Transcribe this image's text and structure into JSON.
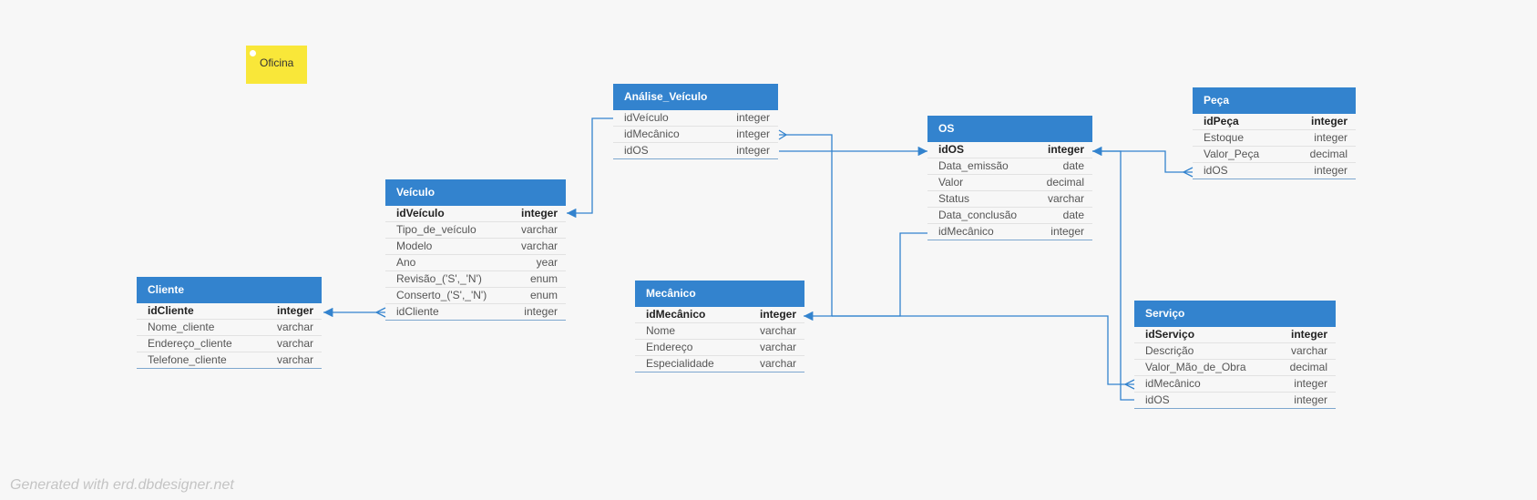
{
  "note": {
    "text": "Oficina"
  },
  "footer": {
    "watermark": "Generated with erd.dbdesigner.net"
  },
  "colors": {
    "header": "#3383ce",
    "link": "#3383ce",
    "note": "#f9e739",
    "background": "#f7f7f7"
  },
  "entities": {
    "cliente": {
      "title": "Cliente",
      "columns": [
        {
          "name": "idCliente",
          "type": "integer",
          "pk": true
        },
        {
          "name": "Nome_cliente",
          "type": "varchar"
        },
        {
          "name": "Endereço_cliente",
          "type": "varchar"
        },
        {
          "name": "Telefone_cliente",
          "type": "varchar"
        }
      ]
    },
    "veiculo": {
      "title": "Veículo",
      "columns": [
        {
          "name": "idVeículo",
          "type": "integer",
          "pk": true
        },
        {
          "name": "Tipo_de_veículo",
          "type": "varchar"
        },
        {
          "name": "Modelo",
          "type": "varchar"
        },
        {
          "name": "Ano",
          "type": "year"
        },
        {
          "name": "Revisão_('S',_'N')",
          "type": "enum"
        },
        {
          "name": "Conserto_('S',_'N')",
          "type": "enum"
        },
        {
          "name": "idCliente",
          "type": "integer"
        }
      ]
    },
    "analise": {
      "title": "Análise_Veículo",
      "columns": [
        {
          "name": "idVeículo",
          "type": "integer"
        },
        {
          "name": "idMecânico",
          "type": "integer"
        },
        {
          "name": "idOS",
          "type": "integer"
        }
      ]
    },
    "mecanico": {
      "title": "Mecânico",
      "columns": [
        {
          "name": "idMecânico",
          "type": "integer",
          "pk": true
        },
        {
          "name": "Nome",
          "type": "varchar"
        },
        {
          "name": "Endereço",
          "type": "varchar"
        },
        {
          "name": "Especialidade",
          "type": "varchar"
        }
      ]
    },
    "os": {
      "title": "OS",
      "columns": [
        {
          "name": "idOS",
          "type": "integer",
          "pk": true
        },
        {
          "name": "Data_emissão",
          "type": "date"
        },
        {
          "name": "Valor",
          "type": "decimal"
        },
        {
          "name": "Status",
          "type": "varchar"
        },
        {
          "name": "Data_conclusão",
          "type": "date"
        },
        {
          "name": "idMecânico",
          "type": "integer"
        }
      ]
    },
    "peca": {
      "title": "Peça",
      "columns": [
        {
          "name": "idPeça",
          "type": "integer",
          "pk": true
        },
        {
          "name": "Estoque",
          "type": "integer"
        },
        {
          "name": "Valor_Peça",
          "type": "decimal"
        },
        {
          "name": "idOS",
          "type": "integer"
        }
      ]
    },
    "servico": {
      "title": "Serviço",
      "columns": [
        {
          "name": "idServiço",
          "type": "integer",
          "pk": true
        },
        {
          "name": "Descrição",
          "type": "varchar"
        },
        {
          "name": "Valor_Mão_de_Obra",
          "type": "decimal"
        },
        {
          "name": "idMecânico",
          "type": "integer"
        },
        {
          "name": "idOS",
          "type": "integer"
        }
      ]
    }
  }
}
